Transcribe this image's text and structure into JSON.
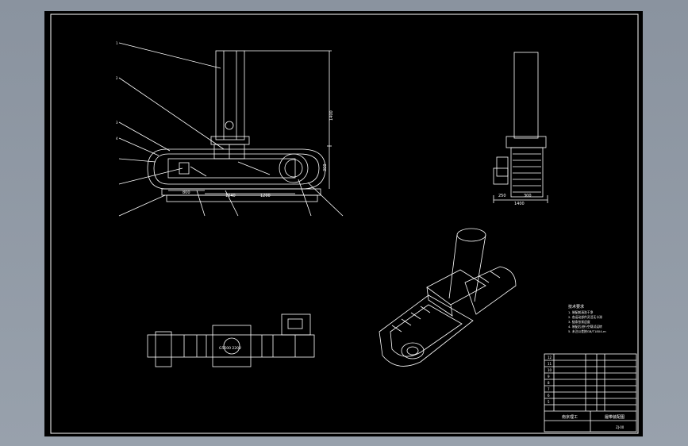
{
  "colors": {
    "background": "#8c95a1",
    "sheet": "#000000",
    "line": "#ffffff",
    "dimension": "#ffffff"
  },
  "title_block": {
    "drawing_name": "履带装配图",
    "school_name": "南京理工",
    "code": "ZJ-00"
  },
  "tech_requirements": {
    "heading": "技术要求",
    "lines": [
      "1. 装配前清洗干净",
      "2. 各运动部件灵活无卡滞",
      "3. 链条张紧适度",
      "4. 装配后进行空载试运转",
      "5. 未注公差按GB/T1804-m"
    ]
  },
  "dims": {
    "height_main": "1400",
    "height_track": "300",
    "len_a": "800",
    "len_b": "1040",
    "len_c": "1200",
    "side_a": "250",
    "side_b": "300",
    "side_c": "1400",
    "motor_label": "G5500  220V"
  },
  "balloons": [
    "1",
    "2",
    "3",
    "4",
    "5",
    "6",
    "7",
    "8",
    "9",
    "10",
    "11",
    "12"
  ]
}
